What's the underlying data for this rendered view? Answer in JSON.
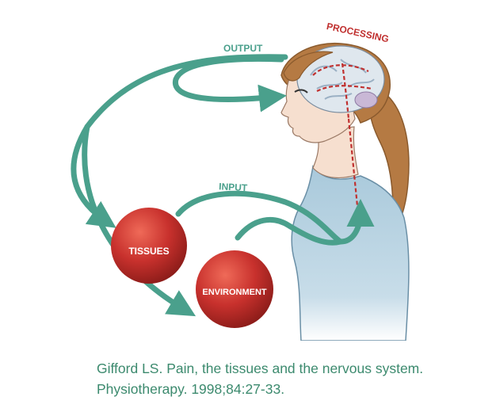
{
  "diagram": {
    "labels": {
      "output": "OUTPUT",
      "processing": "PROCESSING",
      "input": "INPUT",
      "tissues": "TISSUES",
      "environment": "ENVIRONMENT"
    },
    "colors": {
      "arrow": "#4aa08c",
      "processing_text": "#c0302f",
      "sphere": "#c8312d",
      "skin": "#f6dfcf",
      "hair": "#b57a43",
      "shirt": "#b9d4e3",
      "brain": "#dfe7ee"
    }
  },
  "citation": {
    "line1": "Gifford LS. Pain, the tissues and the nervous system.",
    "line2": "Physiotherapy. 1998;84:27-33."
  }
}
